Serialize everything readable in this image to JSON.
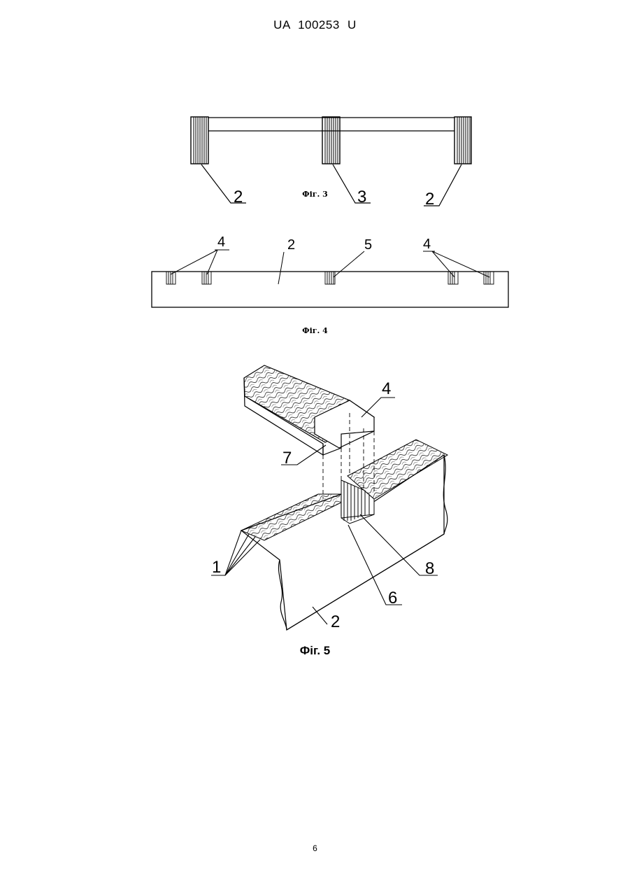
{
  "header": {
    "patent_number": "UA   100253   U"
  },
  "figures": {
    "fig3": {
      "caption": "Фіг. 3",
      "labels": [
        "2",
        "3",
        "2"
      ]
    },
    "fig4": {
      "caption": "Фіг. 4",
      "labels": [
        "4",
        "2",
        "5",
        "4"
      ]
    },
    "fig5": {
      "caption": "Фіг. 5",
      "labels": [
        "4",
        "7",
        "1",
        "8",
        "6",
        "2"
      ]
    }
  },
  "footer": {
    "page_number": "6"
  }
}
